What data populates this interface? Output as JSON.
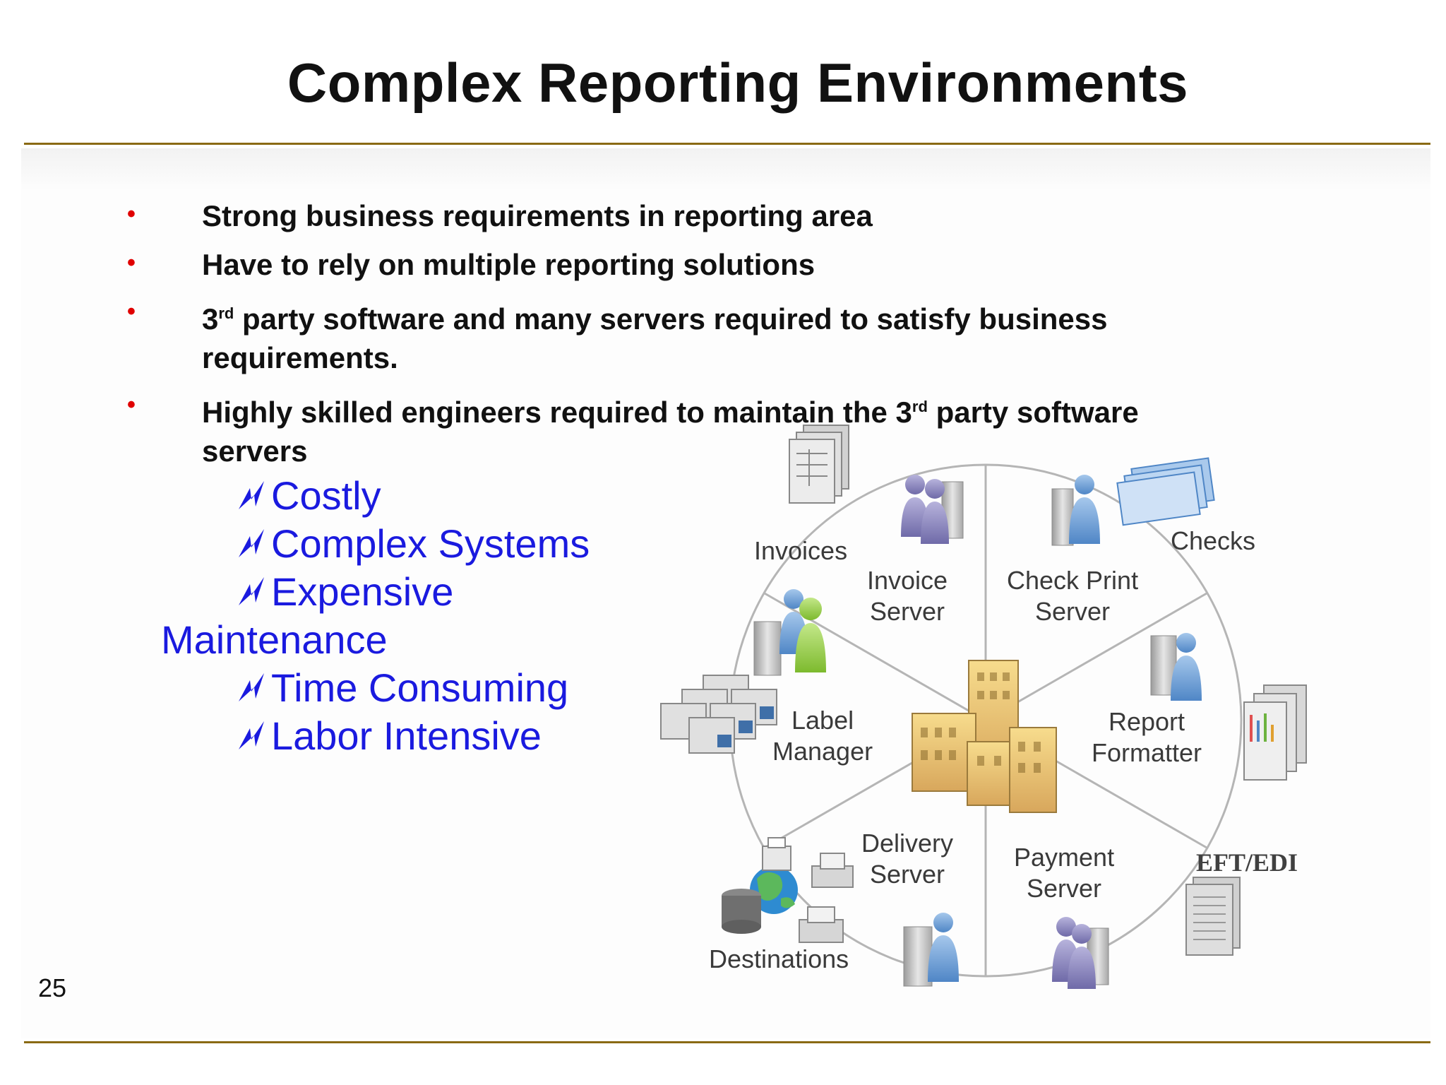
{
  "slide": {
    "title": "Complex Reporting Environments",
    "page_number": "25"
  },
  "bullets": [
    {
      "pre": "Strong business requirements in reporting area",
      "sup": "",
      "post": ""
    },
    {
      "pre": "Have to rely on multiple reporting solutions",
      "sup": "",
      "post": ""
    },
    {
      "pre": "3",
      "sup": "rd",
      "post": " party software and many servers required to satisfy business requirements."
    },
    {
      "pre": "Highly skilled engineers required to maintain the 3",
      "sup": "rd",
      "post": " party software servers"
    }
  ],
  "consequences": {
    "costly": "Costly",
    "complex": "Complex Systems",
    "expensive": "Expensive",
    "maintenance": "Maintenance",
    "time": "Time Consuming",
    "labor": "Labor Intensive"
  },
  "diagram": {
    "invoices": "Invoices",
    "invoice_server_1": "Invoice",
    "invoice_server_2": "Server",
    "check_print_1": "Check Print",
    "check_print_2": "Server",
    "checks": "Checks",
    "label_manager_1": "Label",
    "label_manager_2": "Manager",
    "report_formatter_1": "Report",
    "report_formatter_2": "Formatter",
    "delivery_server_1": "Delivery",
    "delivery_server_2": "Server",
    "payment_server_1": "Payment",
    "payment_server_2": "Server",
    "eft_edi": "EFT/EDI",
    "destinations": "Destinations"
  },
  "colors": {
    "title_rule": "#8a6a14",
    "bullet_dot": "#e00000",
    "consequence_text": "#1a1adf"
  }
}
